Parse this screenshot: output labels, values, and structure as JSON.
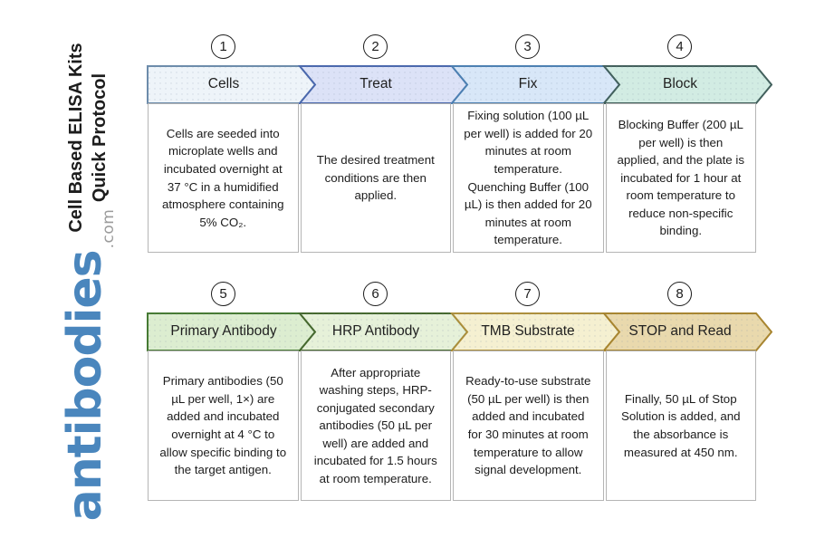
{
  "figure": {
    "title_line1": "Cell Based ELISA Kits",
    "title_line2": "Quick Protocol"
  },
  "brand": {
    "name": "antibodies",
    "tld": ".com",
    "name_color": "#4a86bd",
    "tld_color": "#9b9b9b"
  },
  "styles": {
    "circle_border": "#1c1c1c",
    "box_border": "#b5b5b5",
    "text_color": "#1c1c1c"
  },
  "steps": [
    {
      "number": "1",
      "label": "Cells",
      "fill": "#eef4f9",
      "border": "#6d8cab",
      "description": "Cells are seeded into microplate wells and incubated overnight at 37 °C in a humidified atmosphere containing 5% CO₂."
    },
    {
      "number": "2",
      "label": "Treat",
      "fill": "#dce2f7",
      "border": "#4a68ad",
      "description": "The desired treatment conditions are then applied."
    },
    {
      "number": "3",
      "label": "Fix",
      "fill": "#d8e7f8",
      "border": "#4c80b2",
      "description": "Fixing solution (100 µL per well) is added for 20 minutes at room temperature. Quenching Buffer (100 µL) is then added for 20 minutes at room temperature."
    },
    {
      "number": "4",
      "label": "Block",
      "fill": "#d2ece3",
      "border": "#42605c",
      "description": "Blocking Buffer (200 µL per well) is then applied, and the plate is incubated for 1 hour at room temperature to reduce non-specific binding."
    },
    {
      "number": "5",
      "label": "Primary Antibody",
      "fill": "#dcedd0",
      "border": "#467a33",
      "description": "Primary antibodies (50 µL per well, 1×) are added and incubated overnight at 4 °C to allow specific binding to the target antigen."
    },
    {
      "number": "6",
      "label": "HRP Antibody",
      "fill": "#e6f1d9",
      "border": "#45682e",
      "description": "After appropriate washing steps, HRP-conjugated secondary antibodies (50 µL per well) are added and incubated for 1.5 hours at room temperature."
    },
    {
      "number": "7",
      "label": "TMB Substrate",
      "fill": "#f5f0d1",
      "border": "#ad8f3b",
      "description": "Ready-to-use substrate (50 µL per well) is then added and incubated for 30 minutes at room temperature to allow signal development."
    },
    {
      "number": "8",
      "label": "STOP and Read",
      "fill": "#e9d9ad",
      "border": "#a8852f",
      "description": "Finally, 50 µL of Stop Solution is added, and the absorbance is measured at 450 nm."
    }
  ]
}
